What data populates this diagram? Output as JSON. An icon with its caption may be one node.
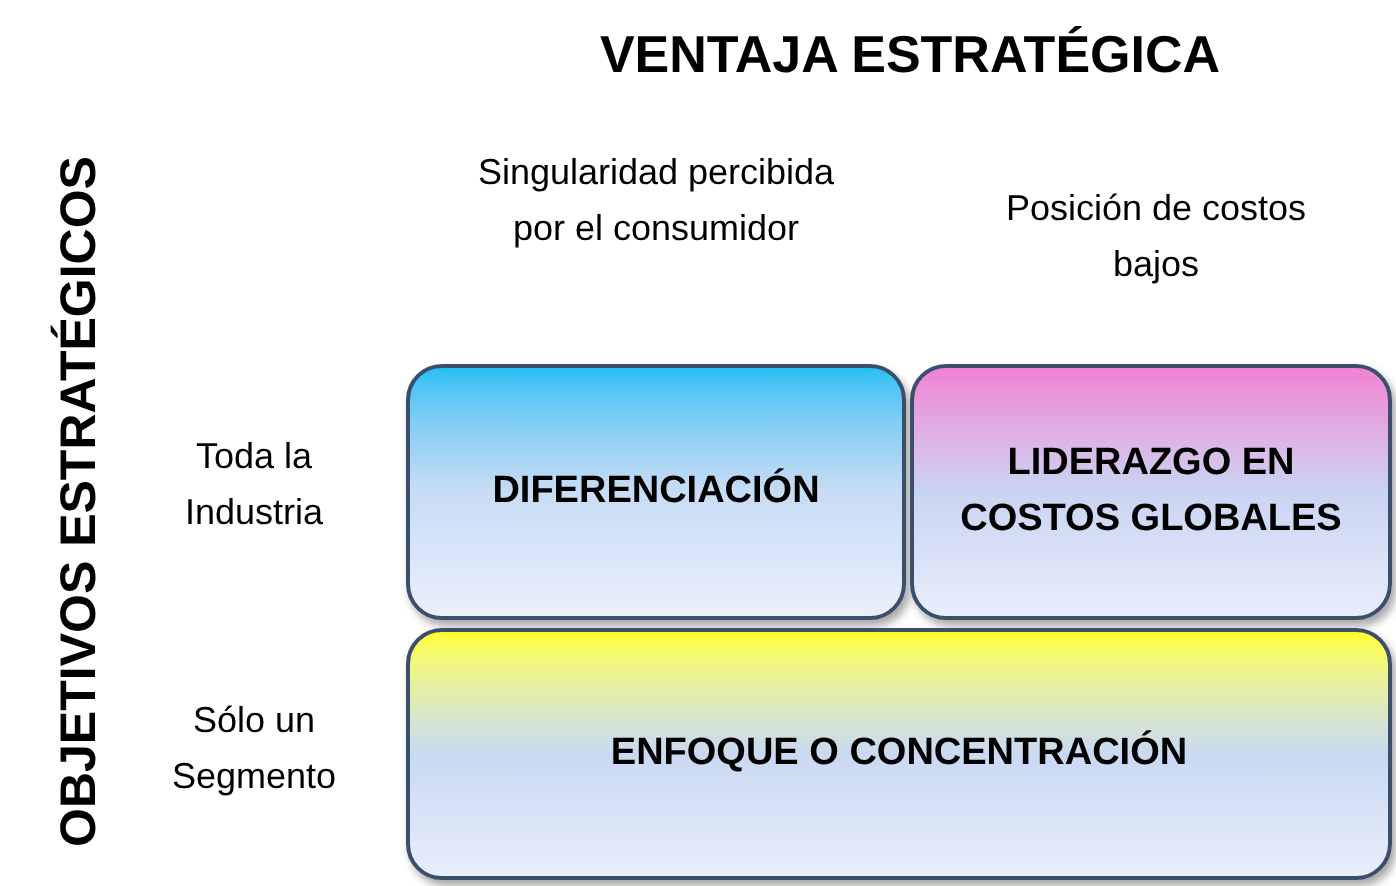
{
  "diagram": {
    "title": "VENTAJA ESTRATÉGICA",
    "nodes": [
      {
        "text": [
          "DIFERENCIACIÓN"
        ]
      },
      {
        "text": [
          "LIDERAZGO EN COSTOS GLOBALES"
        ]
      },
      {
        "text": [
          "ENFOQUE O CONCENTRACIÓN"
        ]
      }
    ],
    "labels": [
      "OBJETIVOS  ESTRATÉGICOS",
      "Singularidad percibida por el consumidor",
      "Posición de costos bajos",
      "Toda la Industria",
      "Sólo un Segmento"
    ]
  }
}
